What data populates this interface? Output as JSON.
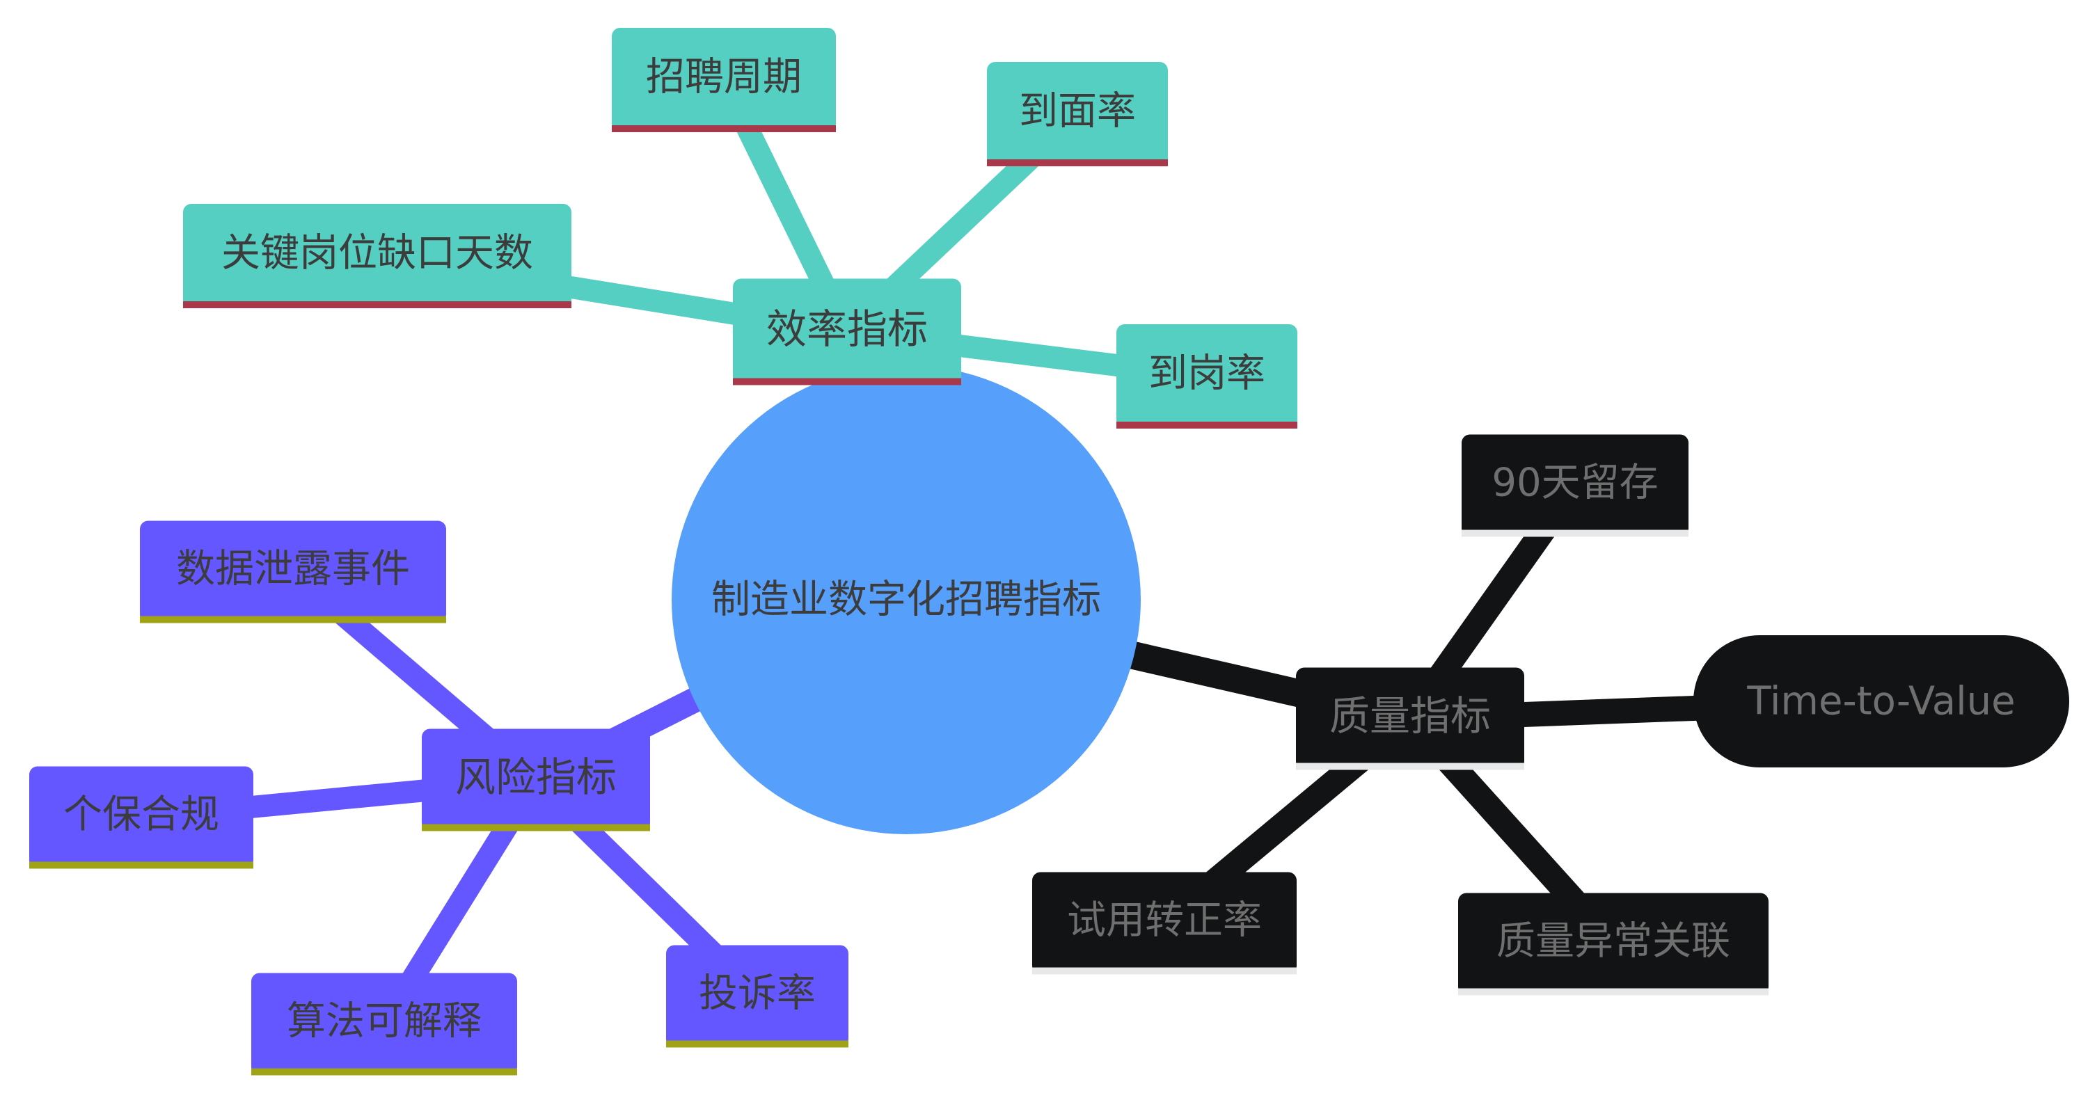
{
  "colors": {
    "background": "#ffffff",
    "root_fill": "#569ffb",
    "efficiency_fill": "#55cfc1",
    "efficiency_underline": "#a8384a",
    "risk_fill": "#6457ff",
    "risk_underline": "#a0a414",
    "quality_fill": "#121314",
    "quality_underline": "#e8e8e8",
    "text_dark": "#3c3c3c",
    "text_on_dark": "#6f6f6f"
  },
  "root": {
    "label": "制造业数字化招聘指标"
  },
  "branches": [
    {
      "id": "efficiency",
      "label": "效率指标",
      "children": [
        {
          "id": "cycle",
          "label": "招聘周期"
        },
        {
          "id": "interview-rate",
          "label": "到面率"
        },
        {
          "id": "vacancy-days",
          "label": "关键岗位缺口天数"
        },
        {
          "id": "onboard-rate",
          "label": "到岗率"
        }
      ]
    },
    {
      "id": "quality",
      "label": "质量指标",
      "children": [
        {
          "id": "retention",
          "label": "90天留存"
        },
        {
          "id": "ttv",
          "label": "Time-to-Value"
        },
        {
          "id": "probation",
          "label": "试用转正率"
        },
        {
          "id": "anomaly",
          "label": "质量异常关联"
        }
      ]
    },
    {
      "id": "risk",
      "label": "风险指标",
      "children": [
        {
          "id": "leak",
          "label": "数据泄露事件"
        },
        {
          "id": "privacy",
          "label": "个保合规"
        },
        {
          "id": "explain",
          "label": "算法可解释"
        },
        {
          "id": "complaint",
          "label": "投诉率"
        }
      ]
    }
  ]
}
